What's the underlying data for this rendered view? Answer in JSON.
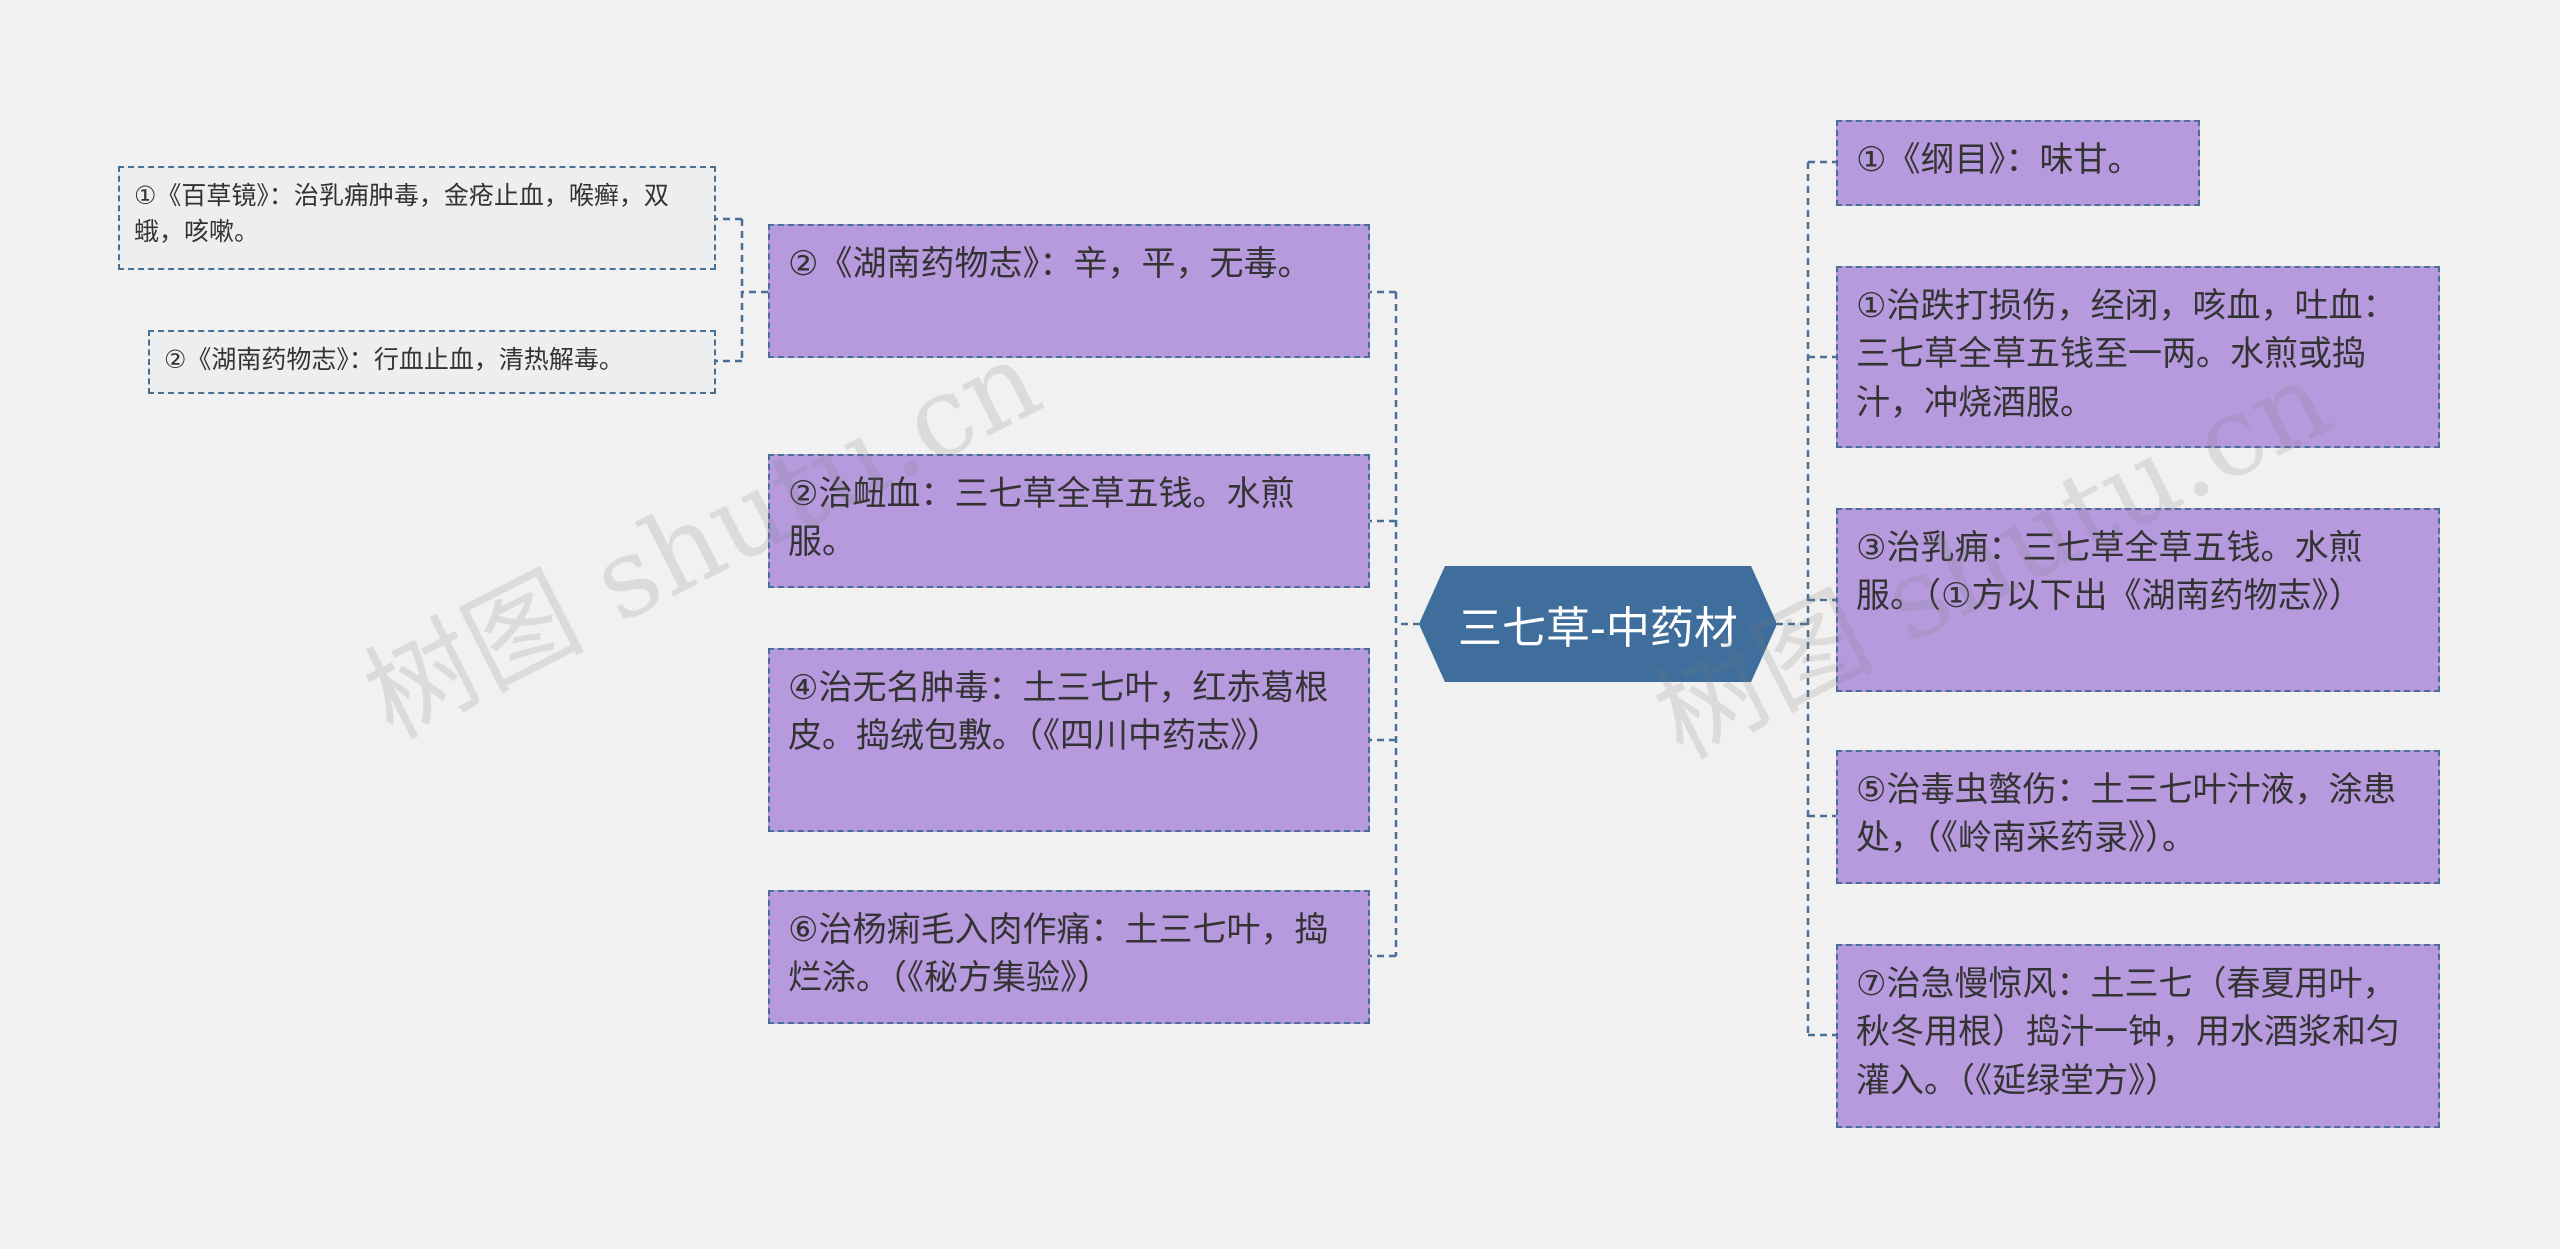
{
  "colors": {
    "background": "#f1f1f1",
    "center_fill": "#3f6e9d",
    "node_fill": "#b79ade",
    "leaf_fill": "#eeeeee",
    "line": "#4a6f95"
  },
  "watermark": "树图 shutu.cn",
  "center": {
    "label": "三七草-中药材"
  },
  "left": [
    {
      "text": "②《湖南药物志》：辛，平，无毒。"
    },
    {
      "text": "②治衄血：三七草全草五钱。水煎服。"
    },
    {
      "text": "④治无名肿毒：土三七叶，红赤葛根皮。捣绒包敷。（《四川中药志》）"
    },
    {
      "text": "⑥治杨痢毛入肉作痛：土三七叶，捣烂涂。（《秘方集验》）"
    }
  ],
  "left_sub": [
    {
      "text": "①《百草镜》：治乳痈肿毒，金疮止血，喉癣，双蛾，咳嗽。"
    },
    {
      "text": "②《湖南药物志》：行血止血，清热解毒。"
    }
  ],
  "right": [
    {
      "text": "①《纲目》：味甘。"
    },
    {
      "text": "①治跌打损伤，经闭，咳血，吐血：三七草全草五钱至一两。水煎或捣汁，冲烧酒服。"
    },
    {
      "text": "③治乳痈：三七草全草五钱。水煎服。（①方以下出《湖南药物志》）"
    },
    {
      "text": "⑤治毒虫螫伤：土三七叶汁液，涂患处，（《岭南采药录》）。"
    },
    {
      "text": "⑦治急慢惊风：土三七（春夏用叶，秋冬用根）捣汁一钟，用水酒浆和匀灌入。（《延绿堂方》）"
    }
  ]
}
